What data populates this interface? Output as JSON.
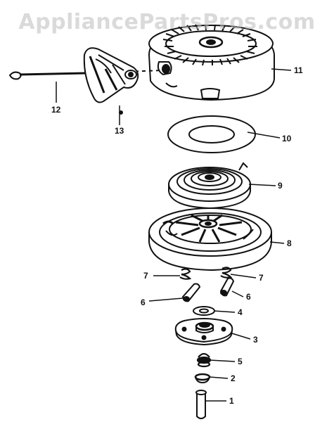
{
  "watermark": "AppliancePartsPros.com",
  "callouts": [
    {
      "id": "c11",
      "text": "11"
    },
    {
      "id": "c12",
      "text": "12"
    },
    {
      "id": "c13",
      "text": "13"
    },
    {
      "id": "c10",
      "text": "10"
    },
    {
      "id": "c9",
      "text": "9"
    },
    {
      "id": "c8",
      "text": "8"
    },
    {
      "id": "c7a",
      "text": "7"
    },
    {
      "id": "c7b",
      "text": "7"
    },
    {
      "id": "c6a",
      "text": "6"
    },
    {
      "id": "c6b",
      "text": "6"
    },
    {
      "id": "c4",
      "text": "4"
    },
    {
      "id": "c3",
      "text": "3"
    },
    {
      "id": "c5",
      "text": "5"
    },
    {
      "id": "c2",
      "text": "2"
    },
    {
      "id": "c1",
      "text": "1"
    }
  ]
}
